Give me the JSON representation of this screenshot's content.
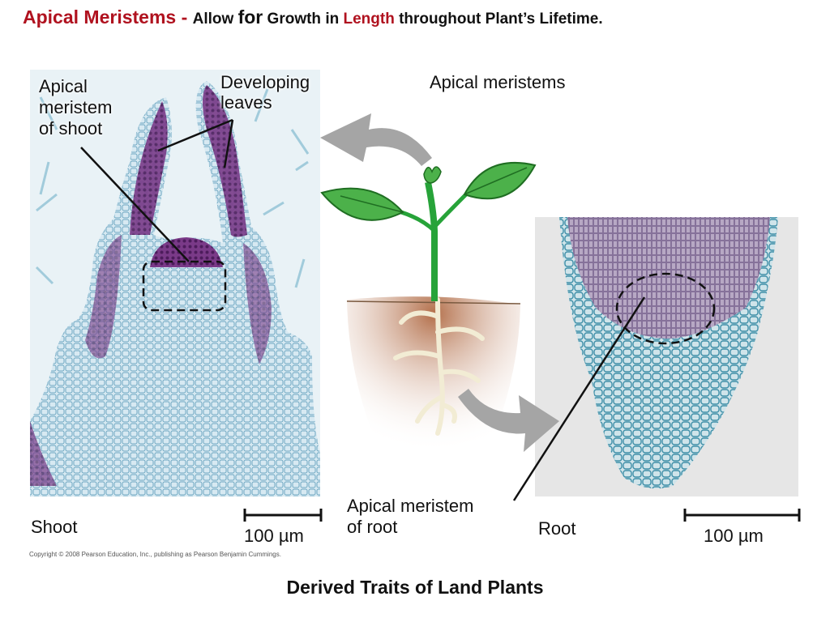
{
  "title": {
    "part1": "Apical Meristems - ",
    "part2": "Allow ",
    "part3": "for",
    "part4": " Growth in ",
    "part5": "Length",
    "part6": " throughout Plant’s Lifetime."
  },
  "labels": {
    "shoot_meristem": "Apical meristem of shoot",
    "shoot_meristem_l1": "Apical",
    "shoot_meristem_l2": "meristem",
    "shoot_meristem_l3": "of shoot",
    "developing_leaves_l1": "Developing",
    "developing_leaves_l2": "leaves",
    "apical_meristems": "Apical meristems",
    "root_meristem_l1": "Apical meristem",
    "root_meristem_l2": "of root",
    "shoot": "Shoot",
    "root": "Root",
    "scale_left": "100 µm",
    "scale_right": "100 µm"
  },
  "copyright": "Copyright © 2008 Pearson Education, Inc., publishing as Pearson Benjamin Cummings.",
  "bottom_title": "Derived Traits of Land Plants",
  "colors": {
    "title_red": "#b0121f",
    "stain_purple": "#6a2a7a",
    "stain_blue": "#9fc9dc",
    "leaf_green": "#3aa335",
    "soil": "#b97d5a",
    "arrow_gray": "#a5a5a5"
  }
}
